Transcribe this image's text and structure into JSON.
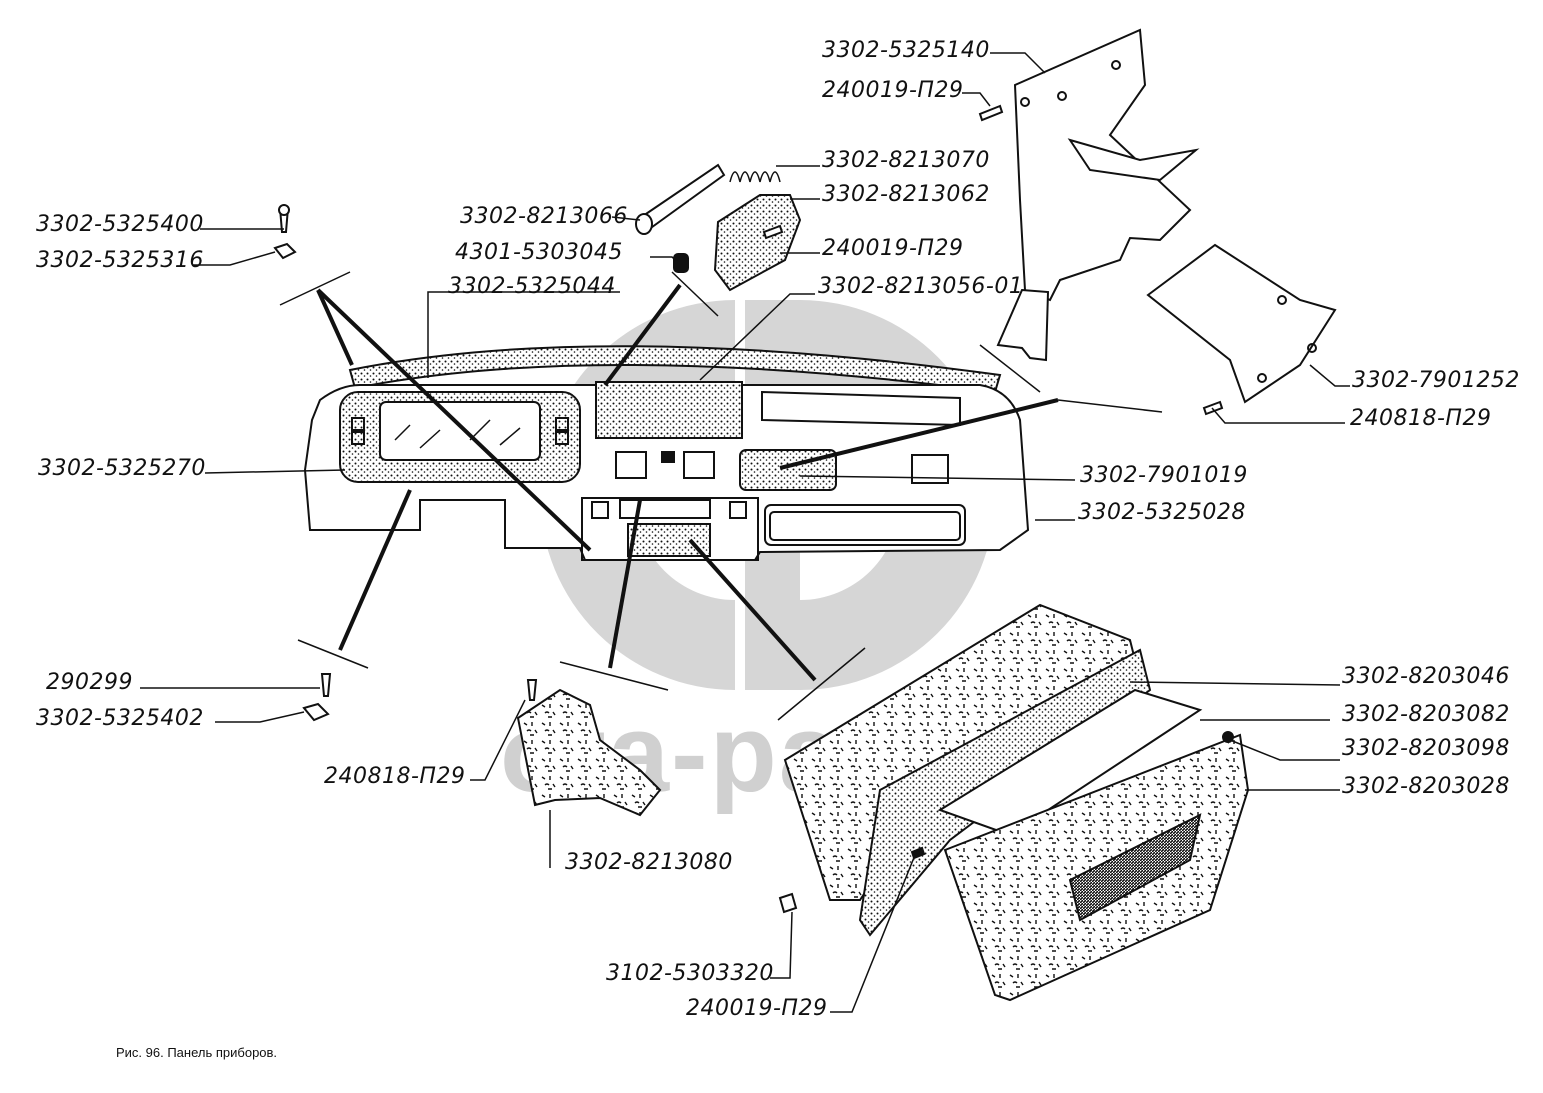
{
  "figure": {
    "caption": "Рис. 96. Панель приборов.",
    "watermark_text": "ota-parts",
    "colors": {
      "ink": "#111111",
      "watermark": "#d0d0d0",
      "background": "#ffffff"
    }
  },
  "labels": [
    {
      "id": "l1",
      "text": "3302-5325140"
    },
    {
      "id": "l2",
      "text": "240019-П29"
    },
    {
      "id": "l3",
      "text": "3302-8213070"
    },
    {
      "id": "l4",
      "text": "3302-8213062"
    },
    {
      "id": "l5",
      "text": "3302-8213066"
    },
    {
      "id": "l6",
      "text": "4301-5303045"
    },
    {
      "id": "l7",
      "text": "240019-П29"
    },
    {
      "id": "l8",
      "text": "3302-5325400"
    },
    {
      "id": "l9",
      "text": "3302-5325316"
    },
    {
      "id": "l10",
      "text": "3302-5325044"
    },
    {
      "id": "l11",
      "text": "3302-8213056-01"
    },
    {
      "id": "l12",
      "text": "3302-7901252"
    },
    {
      "id": "l13",
      "text": "240818-П29"
    },
    {
      "id": "l14",
      "text": "3302-5325270"
    },
    {
      "id": "l15",
      "text": "3302-7901019"
    },
    {
      "id": "l16",
      "text": "3302-5325028"
    },
    {
      "id": "l17",
      "text": "290299"
    },
    {
      "id": "l18",
      "text": "3302-5325402"
    },
    {
      "id": "l19",
      "text": "3302-8203046"
    },
    {
      "id": "l20",
      "text": "3302-8203082"
    },
    {
      "id": "l21",
      "text": "3302-8203098"
    },
    {
      "id": "l22",
      "text": "3302-8203028"
    },
    {
      "id": "l23",
      "text": "240818-П29"
    },
    {
      "id": "l24",
      "text": "3302-8213080"
    },
    {
      "id": "l25",
      "text": "3102-5303320"
    },
    {
      "id": "l26",
      "text": "240019-П29"
    }
  ]
}
